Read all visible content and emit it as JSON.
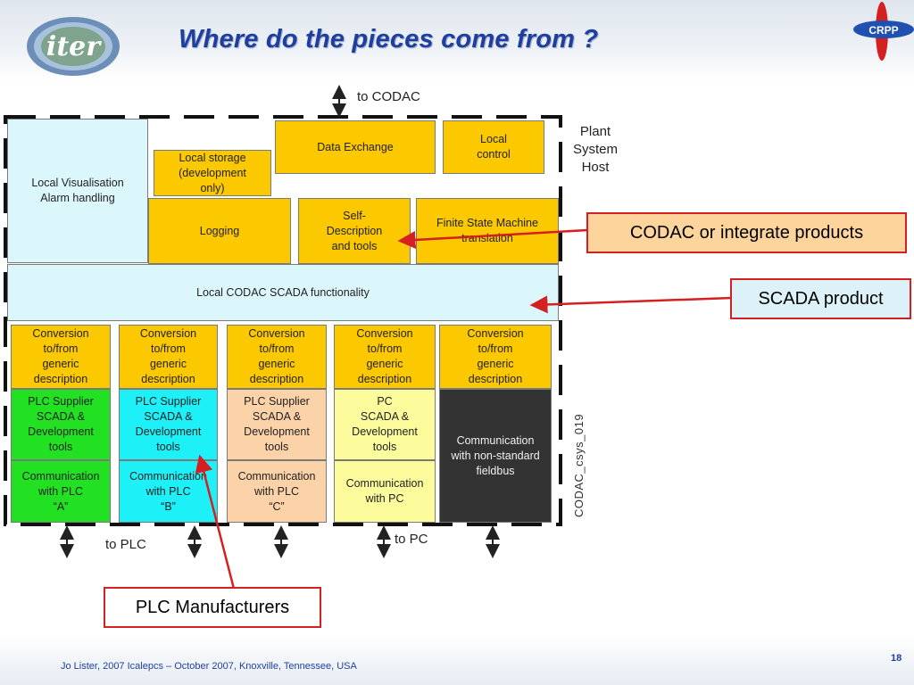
{
  "slide": {
    "title": "Where do the pieces come from ?",
    "footer": "Jo Lister, 2007 Icalepcs – October 2007, Knoxville, Tennessee, USA",
    "page_number": "18",
    "logo_text": "iter",
    "crpp_text": "CRPP"
  },
  "diagram": {
    "to_codac": "to CODAC",
    "plant_system_host": "Plant\nSystem\nHost",
    "to_plc": "to PLC",
    "to_pc": "to PC",
    "figure_id": "CODAC_csys_019",
    "blocks": {
      "local_visualisation": "Local Visualisation\nAlarm handling",
      "local_storage": "Local storage\n(development\nonly)",
      "data_exchange": "Data Exchange",
      "local_control": "Local\ncontrol",
      "logging": "Logging",
      "self_description": "Self-\nDescription\nand tools",
      "fsm": "Finite State Machine\ntranslation",
      "scada": "Local CODAC SCADA functionality"
    },
    "columns": [
      {
        "conversion": "Conversion\nto/from\ngeneric\ndescription",
        "tools": "PLC Supplier\nSCADA &\nDevelopment\ntools",
        "comm": "Communication\nwith PLC\n“A”"
      },
      {
        "conversion": "Conversion\nto/from\ngeneric\ndescription",
        "tools": "PLC Supplier\nSCADA &\nDevelopment\ntools",
        "comm": "Communication\nwith PLC\n“B”"
      },
      {
        "conversion": "Conversion\nto/from\ngeneric\ndescription",
        "tools": "PLC Supplier\nSCADA &\nDevelopment\ntools",
        "comm": "Communication\nwith PLC\n“C”"
      },
      {
        "conversion": "Conversion\nto/from\ngeneric\ndescription",
        "tools": "PC\nSCADA &\nDevelopment\ntools",
        "comm": "Communication\nwith PC"
      },
      {
        "conversion": "Conversion\nto/from\ngeneric\ndescription",
        "tools": "Communication\nwith non-standard\nfieldbus"
      }
    ]
  },
  "callouts": {
    "codac": "CODAC or integrate products",
    "scada": "SCADA product",
    "plc": "PLC Manufacturers"
  },
  "colors": {
    "title": "#1f3fa0",
    "orange": "#fcc800",
    "light_cyan": "#dcf7fc",
    "green": "#22e022",
    "cyan": "#1ef0f8",
    "peach": "#fcd2a8",
    "light_yellow": "#fcfc9c",
    "dark": "#333333",
    "callout_border": "#d42020",
    "callout_fill_codac": "#fcd49c",
    "callout_fill_scada": "#dcf2f8"
  }
}
